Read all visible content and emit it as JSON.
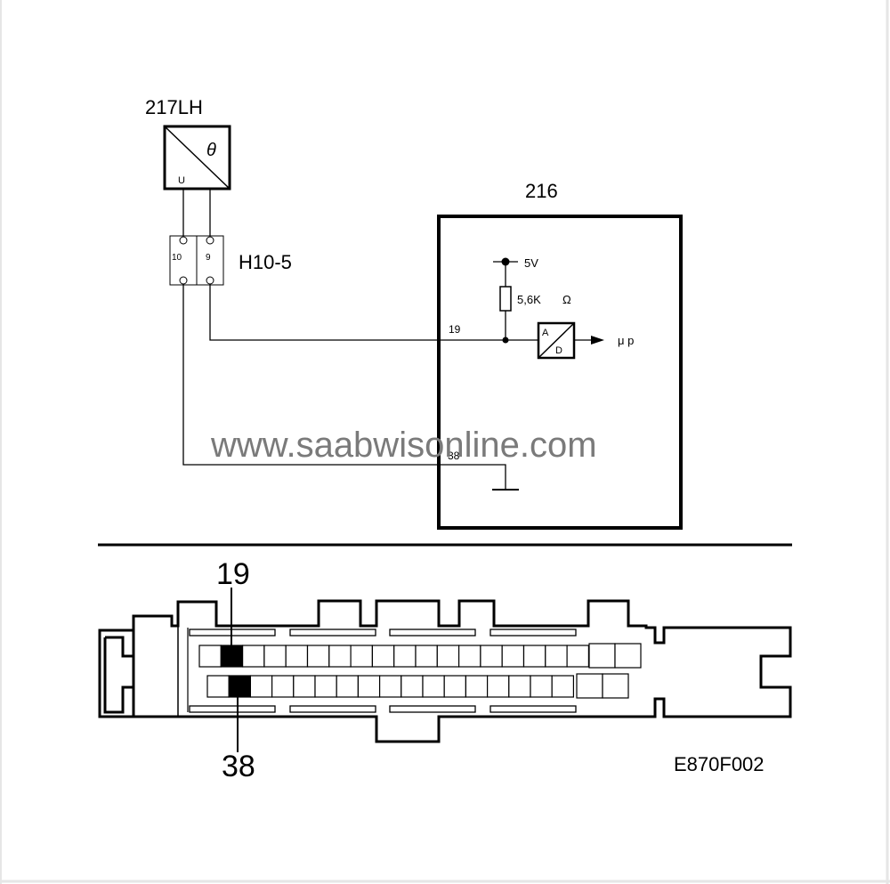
{
  "sensor": {
    "id": "217LH",
    "symbol": "θ",
    "output_label": "U"
  },
  "connector": {
    "id": "H10-5",
    "pin_left": "10",
    "pin_right": "9"
  },
  "ecu": {
    "id": "216",
    "supply": "5V",
    "resistor": "5,6K",
    "resistor_unit": "Ω",
    "pin_signal": "19",
    "pin_ground": "38",
    "adc_in": "A",
    "adc_out": "D",
    "micro": "μ p"
  },
  "watermark": "www.saabwisonline.com",
  "pinout": {
    "pin_top": "19",
    "pin_bottom": "38"
  },
  "figure_code": "E870F002"
}
